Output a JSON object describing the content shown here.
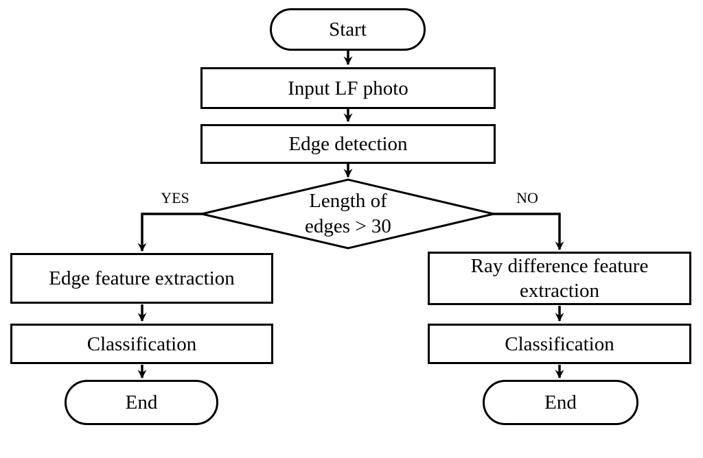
{
  "colors": {
    "line": "#000000",
    "bg": "#ffffff",
    "text": "#000000"
  },
  "nodes": {
    "start": {
      "label": "Start"
    },
    "input_lf_photo": {
      "label": "Input LF photo"
    },
    "edge_detection": {
      "label": "Edge detection"
    },
    "decision": {
      "line1": "Length of",
      "line2": "edges > 30"
    },
    "branch_yes": {
      "label": "YES"
    },
    "branch_no": {
      "label": "NO"
    },
    "edge_feature_extraction": {
      "label": "Edge feature extraction"
    },
    "ray_difference_feature_extraction": {
      "label": "Ray difference feature extraction"
    },
    "classification_left": {
      "label": "Classification"
    },
    "classification_right": {
      "label": "Classification"
    },
    "end_left": {
      "label": "End"
    },
    "end_right": {
      "label": "End"
    }
  }
}
